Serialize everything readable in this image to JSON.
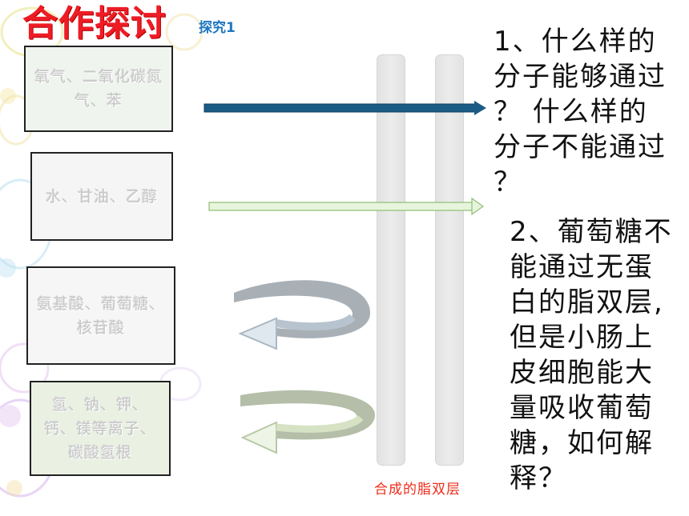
{
  "header": {
    "title": "合作探讨",
    "subtitle": "探究1"
  },
  "molecule_boxes": [
    {
      "label": "氧气、二氧化碳氮气、苯"
    },
    {
      "label": "水、甘油、乙醇"
    },
    {
      "label": "氨基酸、葡萄糖、核苷酸"
    },
    {
      "label": "氢、钠、钾、钙、镁等离子、碳酸氢根"
    }
  ],
  "membrane": {
    "caption": "合成的脂双层"
  },
  "questions": {
    "q1": "1、什么样的\n分子能够通过\n？ 什么样的\n分子不能通过\n？",
    "q2": "2、葡萄糖不\n能通过无蛋\n白的脂双层,\n但是小肠上\n皮细胞能大\n量吸收葡萄\n糖，如何解\n释？"
  },
  "colors": {
    "title": "#ee1c25",
    "subtitle": "#1f78c1",
    "caption": "#ee2c1a",
    "arrow_pass": "#1b5c86",
    "arrow_pass_light": "#e6f4dc",
    "arrow_blocked_gray": "#a9b7c1",
    "arrow_blocked_green": "#b8c8a6"
  },
  "icons": [
    "long-right-arrow-icon",
    "light-right-arrow-icon",
    "curved-return-arrow-icon",
    "curved-return-arrow-green-icon"
  ]
}
